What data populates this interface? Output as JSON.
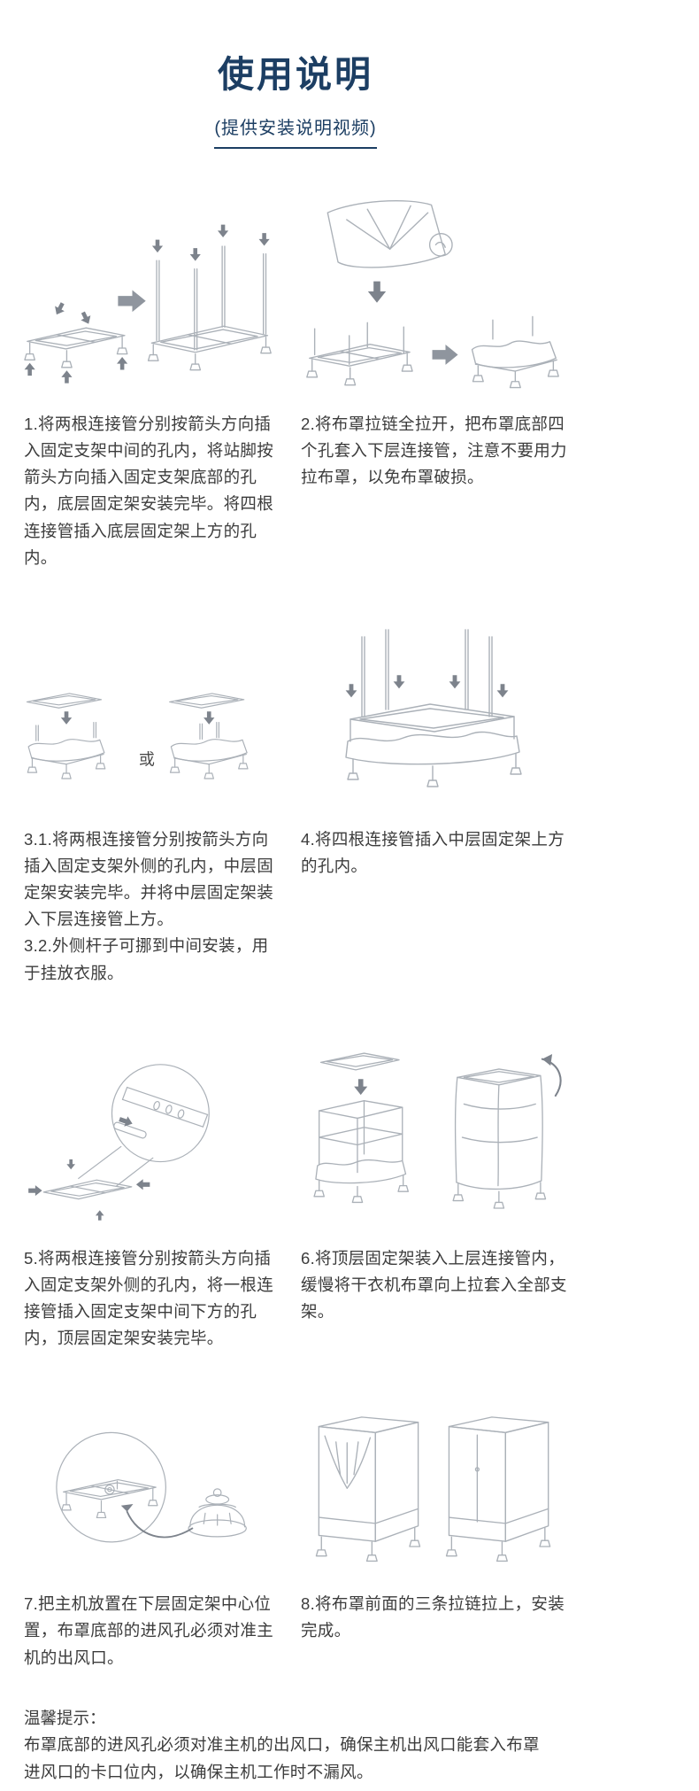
{
  "page": {
    "title": "使用说明",
    "subtitle": "(提供安装说明视频)"
  },
  "labels": {
    "or": "或"
  },
  "steps": [
    {
      "text": "1.将两根连接管分别按箭头方向插入固定支架中间的孔内，将站脚按箭头方向插入固定支架底部的孔内，底层固定架安装完毕。将四根连接管插入底层固定架上方的孔内。"
    },
    {
      "text": "2.将布罩拉链全拉开，把布罩底部四个孔套入下层连接管，注意不要用力拉布罩，以免布罩破损。"
    },
    {
      "text": "3.1.将两根连接管分别按箭头方向插入固定支架外侧的孔内，中层固定架安装完毕。并将中层固定架装入下层连接管上方。\n3.2.外侧杆子可挪到中间安装，用于挂放衣服。"
    },
    {
      "text": "4.将四根连接管插入中层固定架上方的孔内。"
    },
    {
      "text": "5.将两根连接管分别按箭头方向插入固定支架外侧的孔内，将一根连接管插入固定支架中间下方的孔内，顶层固定架安装完毕。"
    },
    {
      "text": "6.将顶层固定架装入上层连接管内，缓慢将干衣机布罩向上拉套入全部支架。"
    },
    {
      "text": "7.把主机放置在下层固定架中心位置，布罩底部的进风孔必须对准主机的出风口。"
    },
    {
      "text": "8.将布罩前面的三条拉链拉上，安装完成。"
    }
  ],
  "tip": {
    "label": "温馨提示：",
    "text": "布罩底部的进风孔必须对准主机的出风口，确保主机出风口能套入布罩进风口的卡口位内，以确保主机工作时不漏风。"
  }
}
